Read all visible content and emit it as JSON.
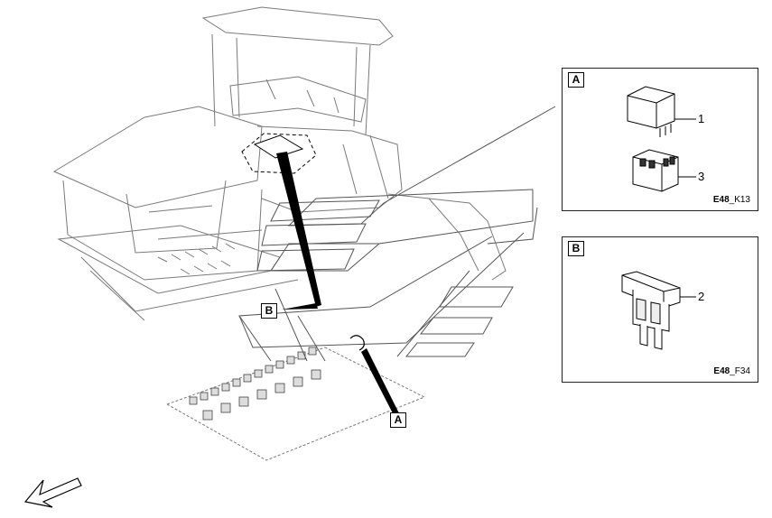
{
  "callouts": {
    "b_marker": "B",
    "a_marker": "A"
  },
  "panel_a": {
    "tag": "A",
    "items": [
      {
        "num": "1",
        "icon": "relay-icon"
      },
      {
        "num": "3",
        "icon": "relay-socket-icon"
      }
    ],
    "code_prefix": "E48",
    "code_suffix": "_K13"
  },
  "panel_b": {
    "tag": "B",
    "items": [
      {
        "num": "2",
        "icon": "blade-fuse-icon"
      }
    ],
    "code_prefix": "E48",
    "code_suffix": "_F34"
  },
  "orientation_arrow": {
    "icon": "direction-arrow-icon"
  }
}
